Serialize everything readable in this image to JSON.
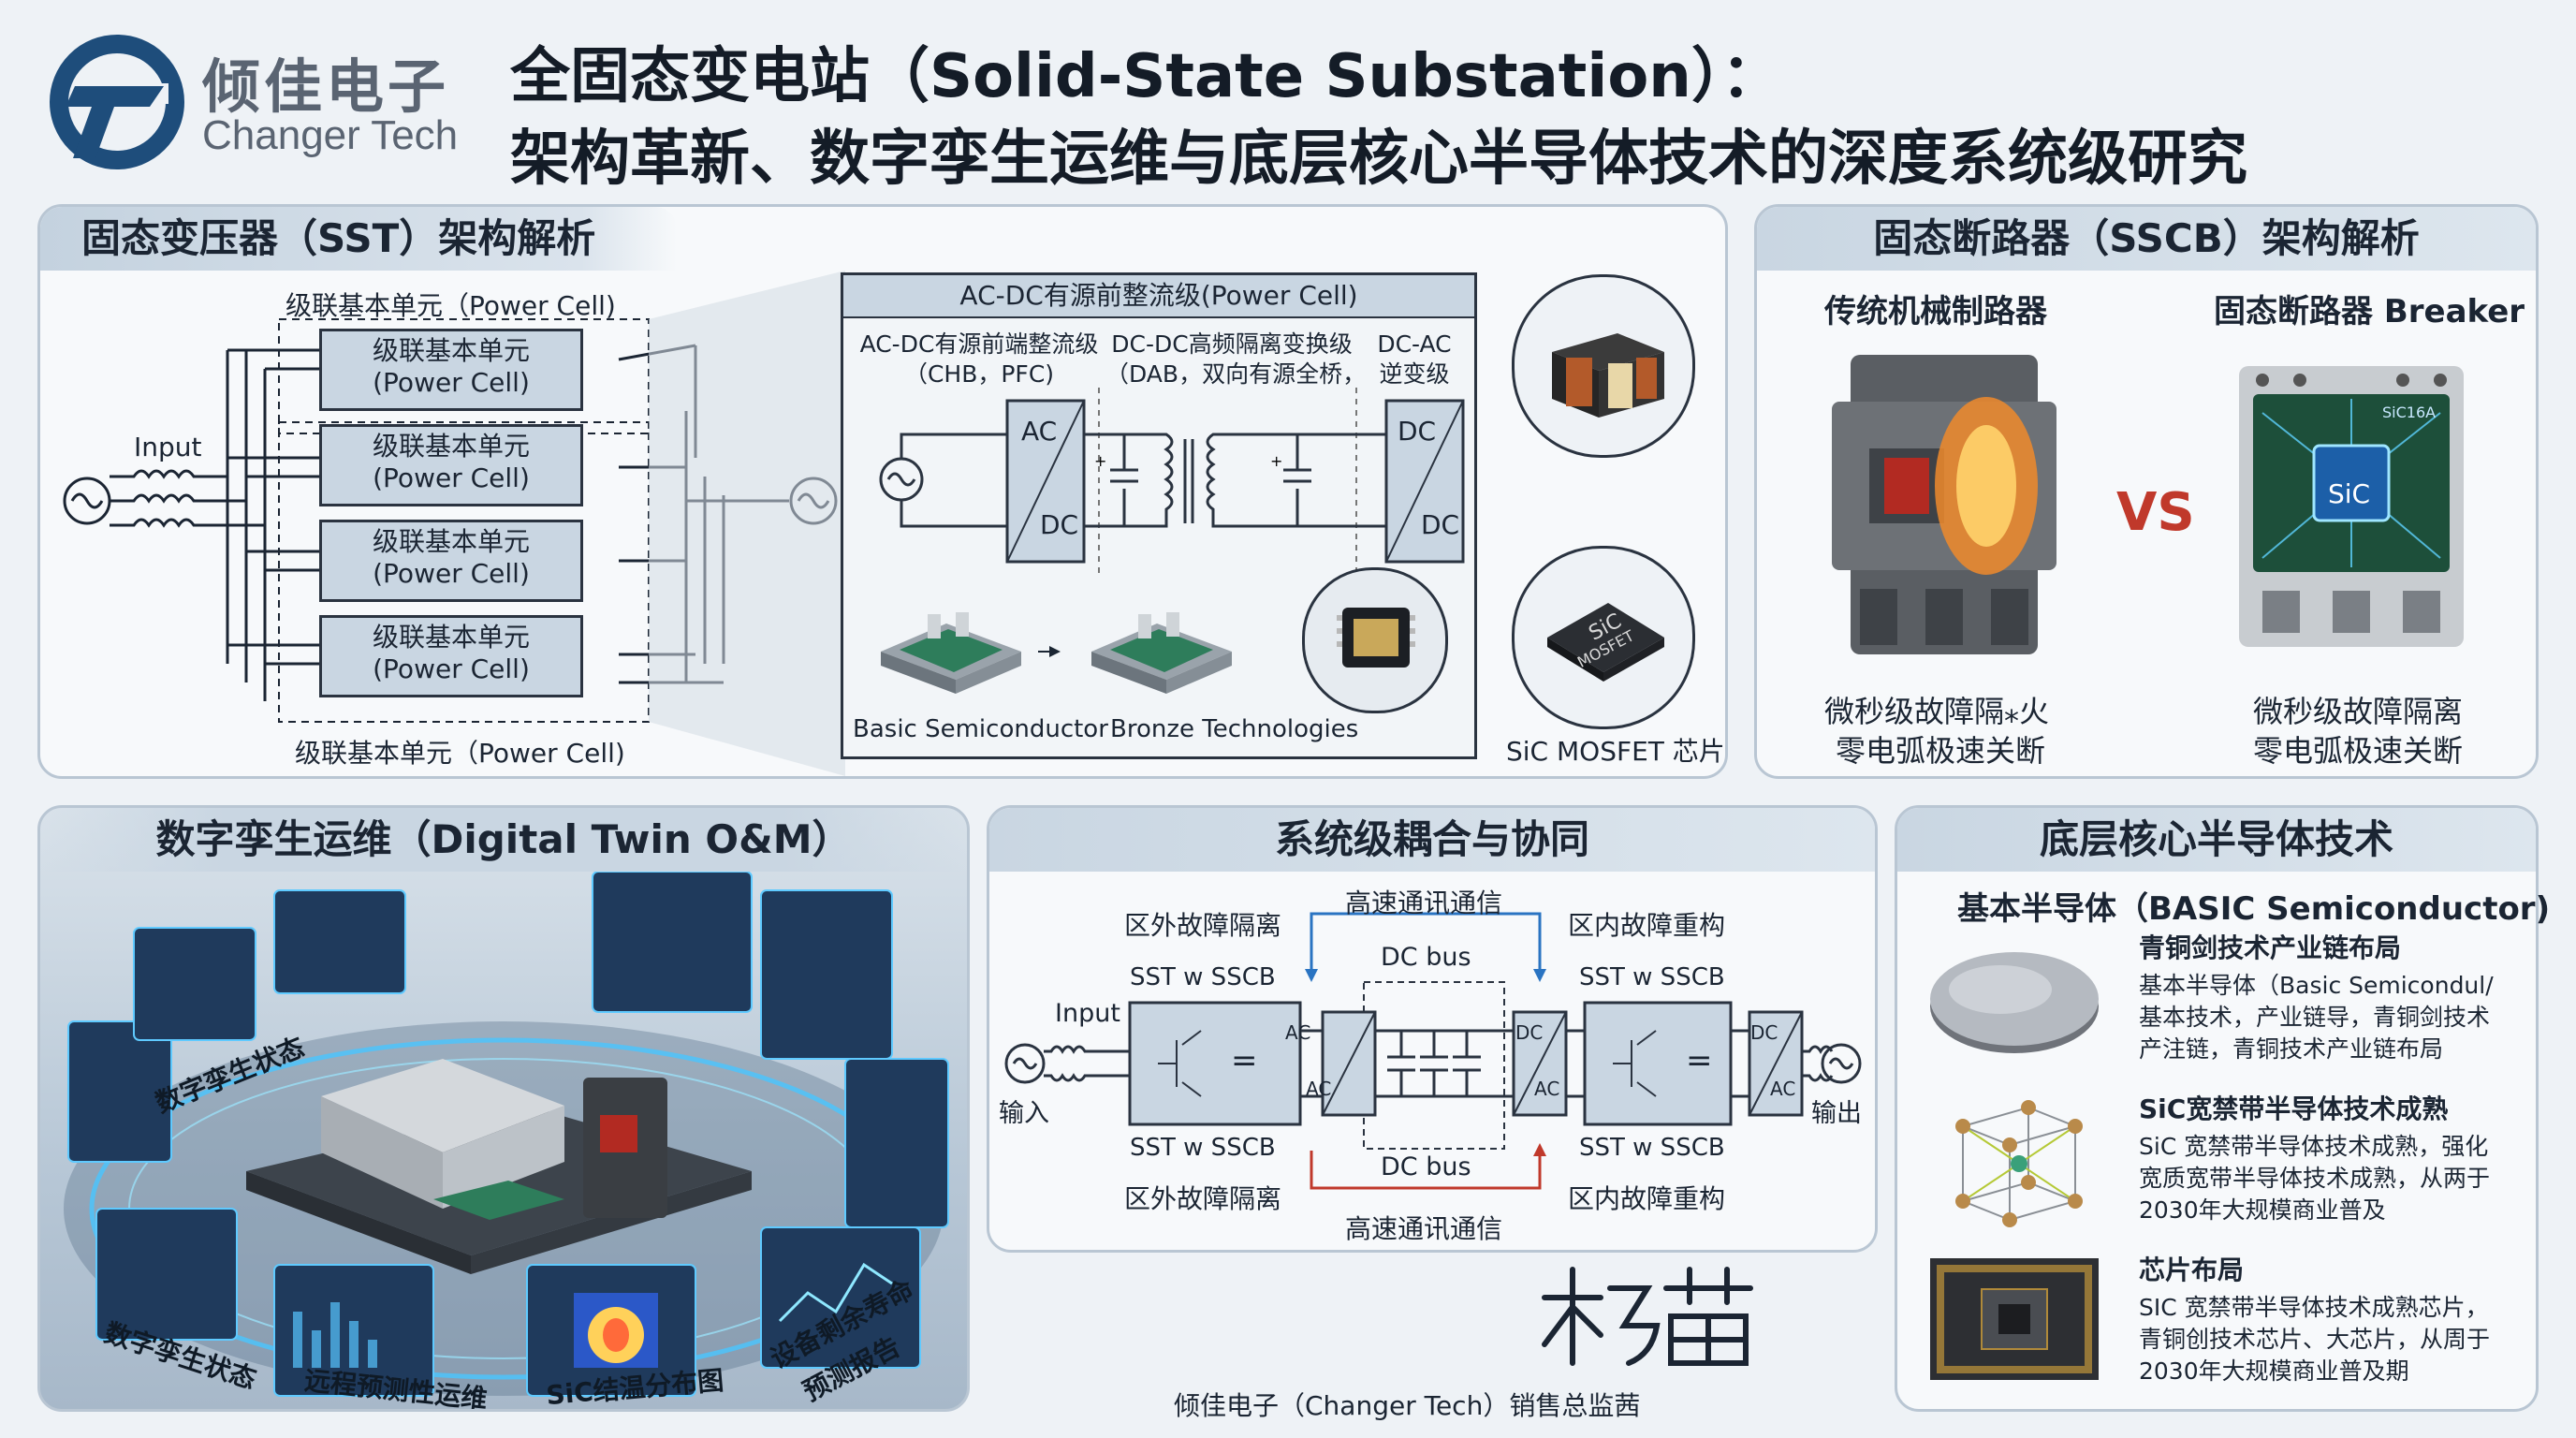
{
  "brand": {
    "cn": "倾佳电子",
    "en": "Changer Tech"
  },
  "title": {
    "line1": "全固态变电站（Solid-State Substation）：",
    "line2": "架构革新、数字孪生运维与底层核心半导体技术的深度系统级研究"
  },
  "sst": {
    "header": "固态变压器（SST）架构解析",
    "cell_group_top": "级联基本单元（Power Cell)",
    "cell_group_bottom": "级联基本单元（Power Cell)",
    "input_label": "Input",
    "cells": [
      {
        "l1": "级联基本单元",
        "l2": "(Power Cell)"
      },
      {
        "l1": "级联基本单元",
        "l2": "(Power Cell)"
      },
      {
        "l1": "级联基本单元",
        "l2": "(Power Cell)"
      },
      {
        "l1": "级联基本单元",
        "l2": "(Power Cell)"
      }
    ],
    "zoom_title": "AC-DC有源前整流级(Power Cell)",
    "stage1": {
      "l1": "AC-DC有源前端整流级",
      "l2": "（CHB，PFC)"
    },
    "stage2": {
      "l1": "DC-DC高频隔离变换级",
      "l2": "（DAB，双向有源全桥，"
    },
    "stage3": {
      "l1": "DC-AC",
      "l2": "逆变级"
    },
    "conv1": {
      "top": "AC",
      "bottom": "DC"
    },
    "conv2": {
      "top": "DC",
      "bottom": "DC"
    },
    "module1": "Basic Semiconductor",
    "module2": "Bronze Technologies",
    "chip_label": "SiC MOSFET 芯片",
    "chip_mark": "SiC\nMOSFET"
  },
  "sscb": {
    "header": "固态断路器（SSCB）架构解析",
    "left_title": "传统机械制路器",
    "right_title": "固态断路器 Breaker",
    "vs": "VS",
    "left_caption1": "微秒级故障隔⁎火",
    "left_caption2": "零电弧极速关断",
    "right_caption1": "微秒级故障隔离",
    "right_caption2": "零电弧极速关断",
    "chip_mark": "SiC",
    "badge": "SiC16A"
  },
  "twin": {
    "header": "数字孪生运维（Digital Twin O&M）",
    "labels": [
      "数字孪生状态",
      "数字孪生状态",
      "远程预测性运维",
      "SiC结温分布图",
      "设备剩余寿命",
      "预测报告"
    ]
  },
  "coupling": {
    "header": "系统级耦合与协同",
    "comm_top": "高速通讯通信",
    "comm_bottom": "高速通讯通信",
    "iso_left_top": "区外故障隔离",
    "iso_left_bottom": "区外故障隔离",
    "rec_right_top": "区内故障重构",
    "rec_right_bottom": "区内故障重构",
    "dcbus_top": "DC bus",
    "dcbus_bottom": "DC bus",
    "sst_sscb_lt": "SST w SSCB",
    "sst_sscb_lb": "SST w SSCB",
    "sst_sscb_rt": "SST w SSCB",
    "sst_sscb_rb": "SST w SSCB",
    "input": "Input",
    "input_cn": "输入",
    "output_cn": "输出",
    "ac": "AC",
    "dc": "DC",
    "eq": "="
  },
  "semi": {
    "header": "底层核心半导体技术",
    "company": "基本半导体（BASIC Semiconductor)",
    "item1_title": "青铜剑技术产业链布局",
    "item1_body": [
      "基本半导体（Basic Semicondul/",
      "基本技术，产业链导，青铜剑技术",
      "产注链，青铜技术产业链布局"
    ],
    "item2_title": "SiC宽禁带半导体技术成熟",
    "item2_body": [
      "SiC 宽禁带半导体技术成熟，强化",
      "宽质宽带半导体技术成熟，从两于",
      "2030年大规模商业普及"
    ],
    "item3_title": "芯片布局",
    "item3_body": [
      "SIC 宽禁带半导体技术成熟芯片，",
      "青铜创技术芯片、大芯片，从周于",
      "2030年大规模商业普及期"
    ]
  },
  "signature": {
    "name": "杨茜",
    "caption": "倾佳电子（Changer Tech）销售总监茜"
  },
  "colors": {
    "navy": "#1e4d7b",
    "red": "#c0392b",
    "blue": "#2a74c2",
    "panel_head": "#c9d6e2"
  }
}
